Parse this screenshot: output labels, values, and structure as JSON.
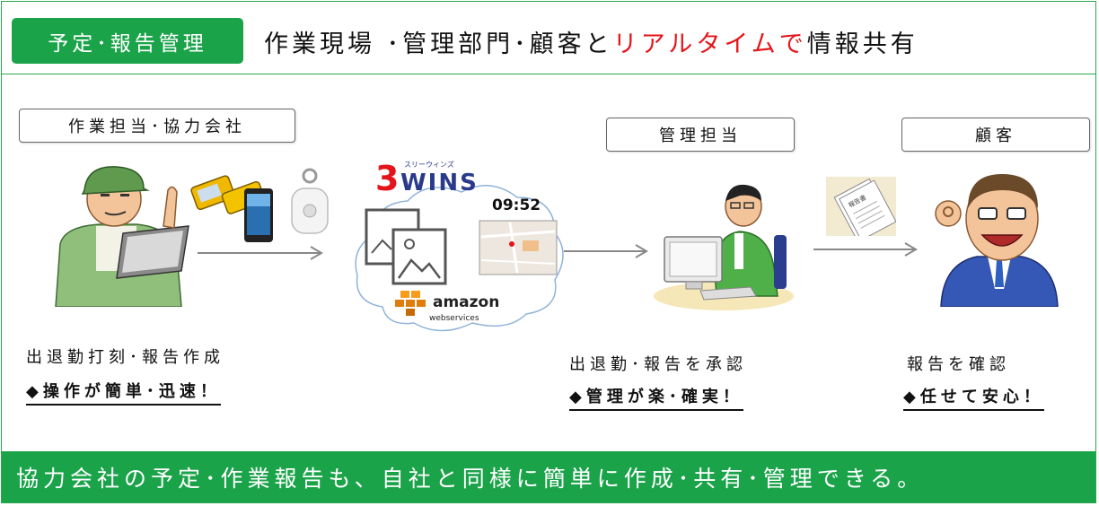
{
  "header": {
    "tag_label": "予定･報告管理",
    "headline_part1": "作業現場 ･管理部門･顧客と",
    "headline_highlight": "リアルタイムで",
    "headline_part2": "情報共有"
  },
  "roles": {
    "worker": "作業担当･協力会社",
    "manager": "管理担当",
    "customer": "顧客"
  },
  "captions": {
    "worker_action": "出退勤打刻･報告作成",
    "worker_benefit": "◆操作が簡単･迅速！",
    "manager_action": "出退勤･報告を承認",
    "manager_benefit": "◆管理が楽･確実！",
    "customer_action": "報告を確認",
    "customer_benefit": "◆任せて安心！"
  },
  "cloud": {
    "brand_number": "3",
    "brand_name": "WINS",
    "brand_kana": "スリーウィンズ",
    "clock": "09:52",
    "aws_name": "amazon",
    "aws_sub": "webservices",
    "report_doc_label": "報告書"
  },
  "footer": {
    "text": "協力会社の予定･作業報告も、自社と同様に簡単に作成･共有･管理できる。"
  },
  "colors": {
    "brand_green": "#1ba34a",
    "highlight_red": "#e3151a",
    "aws_orange": "#f79c1c"
  }
}
